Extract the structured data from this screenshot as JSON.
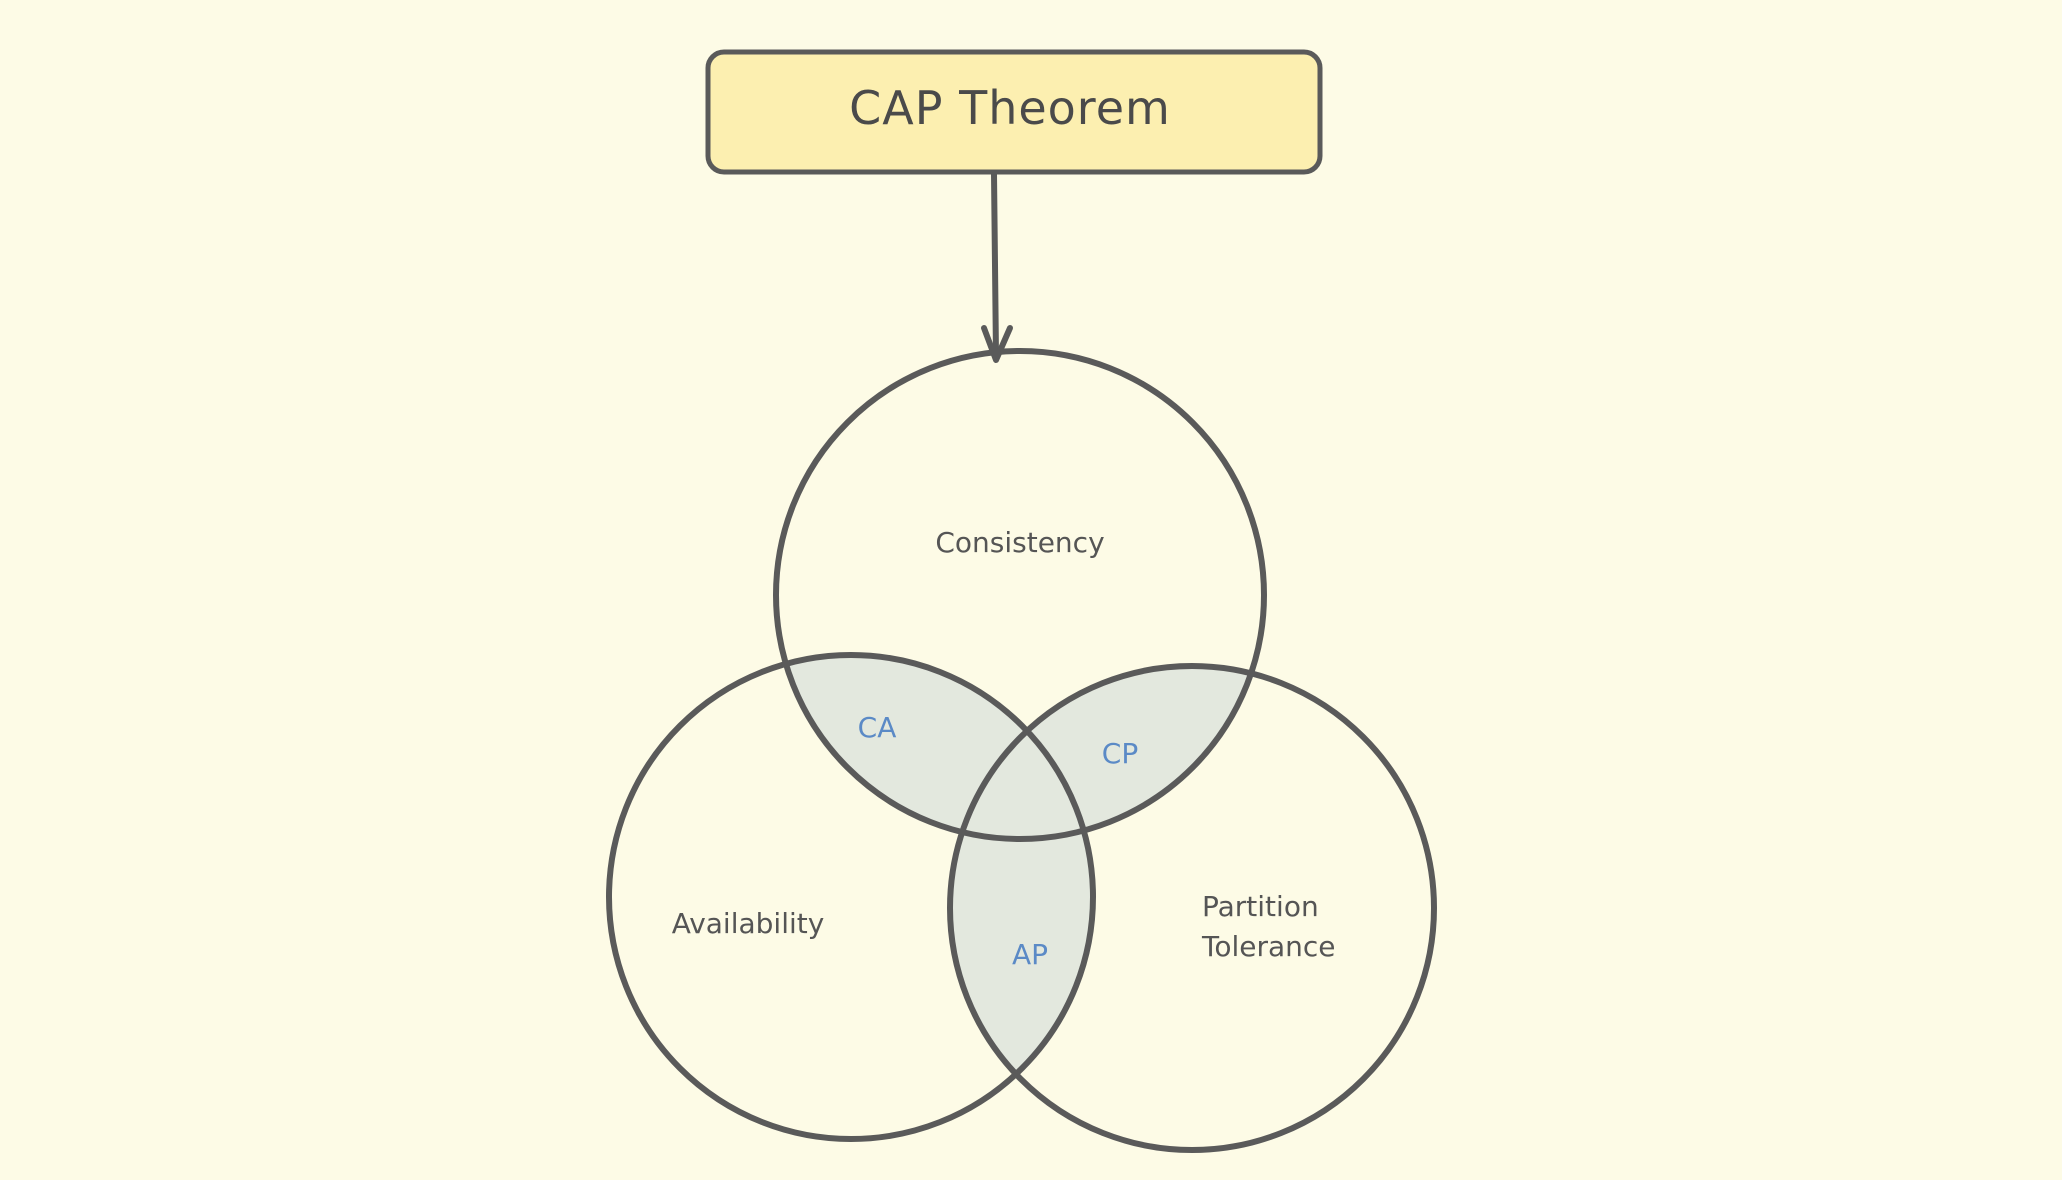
{
  "title": "CAP Theorem",
  "circles": {
    "consistency": "Consistency",
    "availability": "Availability",
    "partition_tolerance_line1": "Partition",
    "partition_tolerance_line2": "Tolerance"
  },
  "intersections": {
    "ca": "CA",
    "cp": "CP",
    "ap": "AP"
  },
  "colors": {
    "background": "#fdfbe6",
    "title_fill": "#fcefb0",
    "stroke": "#5a5a5a",
    "overlap_fill": "#e3e8de",
    "intersection_text": "#5b8ac6",
    "label_text": "#555555"
  }
}
